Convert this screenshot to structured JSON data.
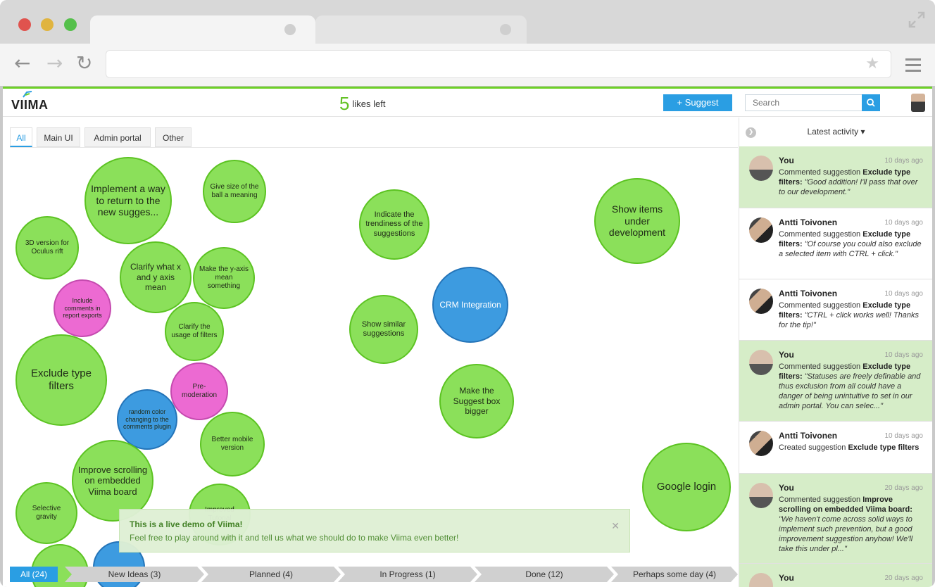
{
  "browser": {
    "traffic_lights": [
      "#e0534e",
      "#e0b43f",
      "#55c04b"
    ],
    "nav_icons": [
      "back-arrow-icon",
      "forward-arrow-icon",
      "reload-icon",
      "star-icon",
      "menu-icon",
      "expand-icon"
    ]
  },
  "header": {
    "logo": "VIIMA",
    "likes_count": "5",
    "likes_label": "likes left",
    "suggest_button": "+ Suggest",
    "search_placeholder": "Search"
  },
  "filter_tabs": [
    "All",
    "Main UI",
    "Admin portal",
    "Other"
  ],
  "bubbles": [
    {
      "label": "Implement a way to return to the new sugges...",
      "color": "green"
    },
    {
      "label": "Give size of the ball a meaning",
      "color": "green"
    },
    {
      "label": "3D version for Oculus rift",
      "color": "green"
    },
    {
      "label": "Clarify what x and y axis mean",
      "color": "green"
    },
    {
      "label": "Make the y-axis mean something",
      "color": "green"
    },
    {
      "label": "Include comments in report exports",
      "color": "pink"
    },
    {
      "label": "Clarify the usage of filters",
      "color": "green"
    },
    {
      "label": "Exclude type filters",
      "color": "green"
    },
    {
      "label": "Pre-moderation",
      "color": "pink"
    },
    {
      "label": "random color changing to the comments plugin",
      "color": "blue"
    },
    {
      "label": "Better mobile version",
      "color": "green"
    },
    {
      "label": "Improve scrolling on embedded Viima board",
      "color": "green"
    },
    {
      "label": "Selective gravity",
      "color": "green"
    },
    {
      "label": "Improved Tutorial",
      "color": "green"
    },
    {
      "label": "Indicate the trendiness of the suggestions",
      "color": "green"
    },
    {
      "label": "CRM Integration",
      "color": "blue"
    },
    {
      "label": "Show similar suggestions",
      "color": "green"
    },
    {
      "label": "Make the Suggest box bigger",
      "color": "green"
    },
    {
      "label": "Show items under development",
      "color": "green"
    },
    {
      "label": "Google login",
      "color": "green"
    },
    {
      "label": "",
      "color": "green"
    },
    {
      "label": "",
      "color": "blue"
    }
  ],
  "toast": {
    "title": "This is a live demo of Viima!",
    "body": "Feel free to play around with it and tell us what we should do to make Viima even better!"
  },
  "stages": [
    "All (24)",
    "New Ideas (3)",
    "Planned (4)",
    "In Progress (1)",
    "Done (12)",
    "Perhaps some day (4)"
  ],
  "sidebar": {
    "title": "Latest activity ▾",
    "feed": [
      {
        "user": "You",
        "time": "10 days ago",
        "mine": true,
        "action": "Commented suggestion",
        "target": "Exclude type filters:",
        "quote": "\"Good addition! I'll pass that over to our development.\""
      },
      {
        "user": "Antti Toivonen",
        "time": "10 days ago",
        "mine": false,
        "action": "Commented suggestion",
        "target": "Exclude type filters:",
        "quote": "\"Of course you could also exclude a selected item with CTRL + click.\""
      },
      {
        "user": "Antti Toivonen",
        "time": "10 days ago",
        "mine": false,
        "action": "Commented suggestion",
        "target": "Exclude type filters:",
        "quote": "\"CTRL + click works well! Thanks for the tip!\""
      },
      {
        "user": "You",
        "time": "10 days ago",
        "mine": true,
        "action": "Commented suggestion",
        "target": "Exclude type filters:",
        "quote": "\"Statuses are freely definable and thus exclusion from all could have a danger of being unintuitive to set in our admin portal. You can selec...\""
      },
      {
        "user": "Antti Toivonen",
        "time": "10 days ago",
        "mine": false,
        "action": "Created suggestion",
        "target": "Exclude type filters",
        "quote": ""
      },
      {
        "user": "You",
        "time": "20 days ago",
        "mine": true,
        "action": "Commented suggestion",
        "target": "Improve scrolling on embedded Viima board:",
        "quote": "\"We haven't come across solid ways to implement such prevention, but a good improvement suggestion anyhow! We'll take this under pl...\""
      },
      {
        "user": "You",
        "time": "20 days ago",
        "mine": true,
        "action": "",
        "target": "",
        "quote": ""
      }
    ]
  }
}
